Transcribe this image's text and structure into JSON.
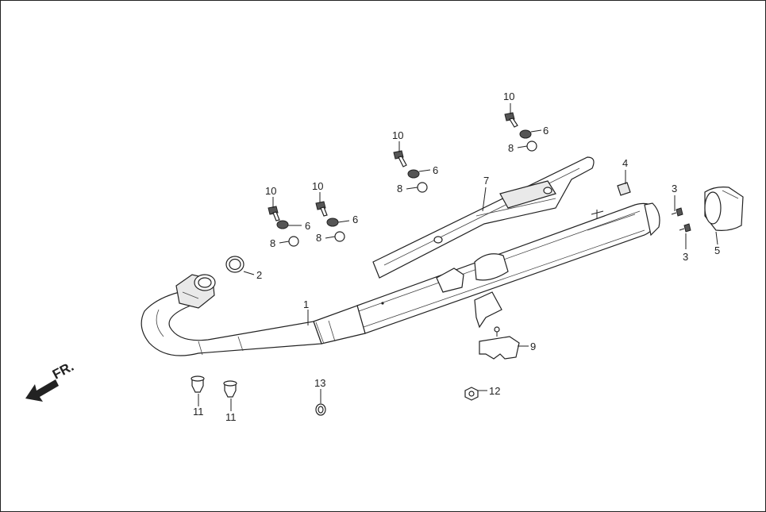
{
  "direction_label": "FR.",
  "callouts": {
    "c1": "1",
    "c2": "2",
    "c3a": "3",
    "c3b": "3",
    "c4": "4",
    "c5": "5",
    "c6a": "6",
    "c6b": "6",
    "c6c": "6",
    "c6d": "6",
    "c7": "7",
    "c8a": "8",
    "c8b": "8",
    "c8c": "8",
    "c8d": "8",
    "c9": "9",
    "c10a": "10",
    "c10b": "10",
    "c10c": "10",
    "c10d": "10",
    "c11a": "11",
    "c11b": "11",
    "c12": "12",
    "c13": "13"
  }
}
